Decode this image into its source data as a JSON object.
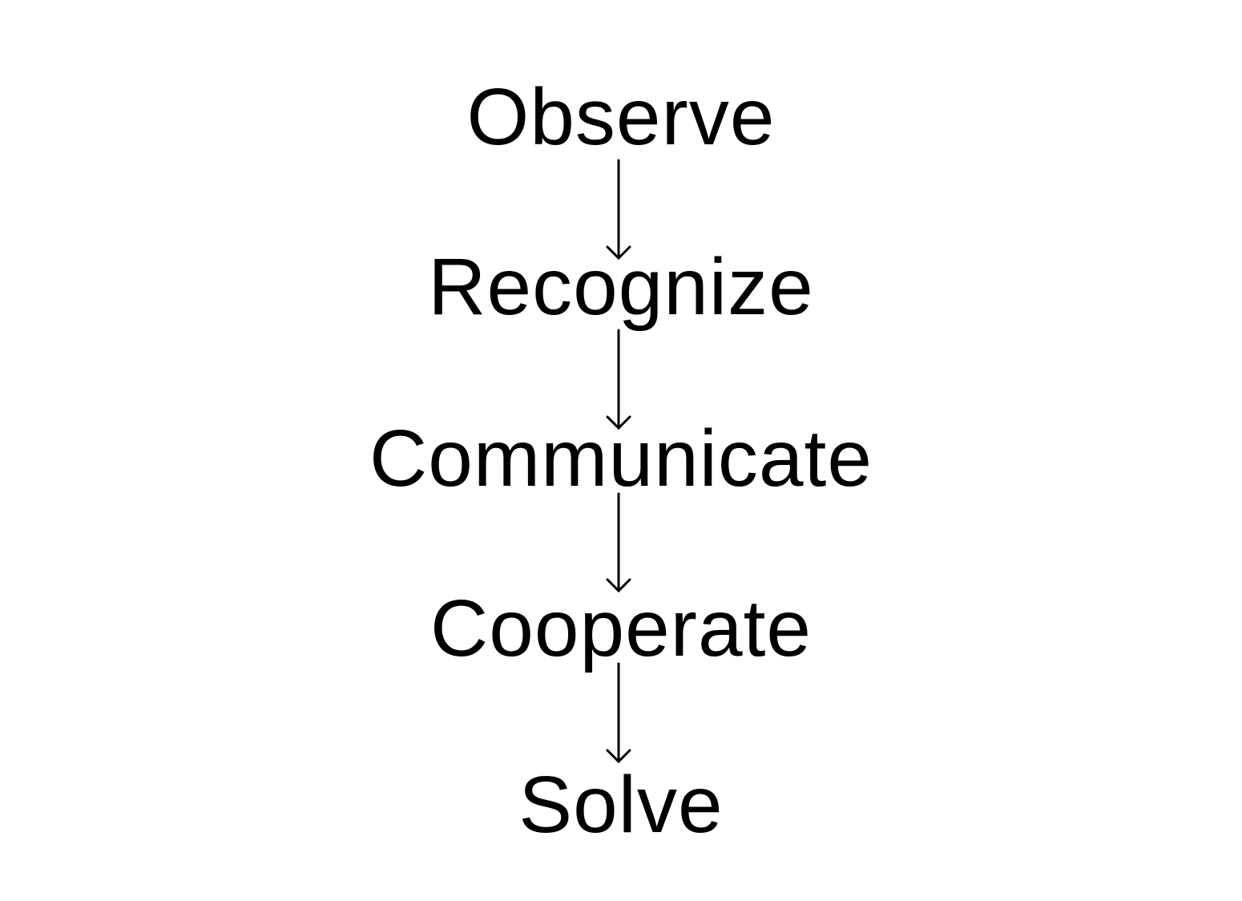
{
  "diagram": {
    "steps": [
      {
        "label": "Observe"
      },
      {
        "label": "Recognize"
      },
      {
        "label": "Communicate"
      },
      {
        "label": "Cooperate"
      },
      {
        "label": "Solve"
      }
    ],
    "text_color": "#000000",
    "arrow_color": "#000000",
    "background": "#ffffff"
  }
}
